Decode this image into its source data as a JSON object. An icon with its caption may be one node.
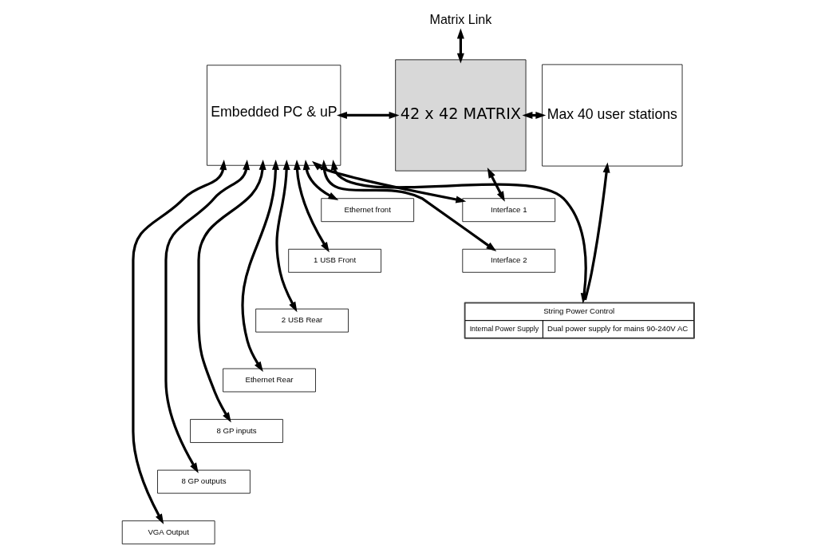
{
  "diagram": {
    "nodes": [
      {
        "text": [
          "Embedded PC & uP"
        ]
      },
      {
        "text": [
          "42 x 42 MATRIX"
        ]
      },
      {
        "text": [
          "Max 40 user stations"
        ]
      },
      {
        "text": [
          "Matrix Link"
        ]
      },
      {
        "text": [
          "Ethernet front"
        ]
      },
      {
        "text": [
          "1 USB Front"
        ]
      },
      {
        "text": [
          "2 USB Rear"
        ]
      },
      {
        "text": [
          "Ethernet Rear"
        ]
      },
      {
        "text": [
          "8 GP inputs"
        ]
      },
      {
        "text": [
          "8 GP outputs"
        ]
      },
      {
        "text": [
          "VGA Output"
        ]
      },
      {
        "text": [
          "Interface 1"
        ]
      },
      {
        "text": [
          "Interface 2"
        ]
      },
      {
        "text": [
          "String Power Control",
          "Internal Power Supply",
          "Dual power supply for mains 90-240V AC"
        ]
      }
    ],
    "edges": [
      {
        "from": 1,
        "to": 3,
        "arrow": "both"
      },
      {
        "from": 0,
        "to": 1,
        "arrow": "both"
      },
      {
        "from": 1,
        "to": 2,
        "arrow": "both"
      },
      {
        "from": 0,
        "to": 4,
        "arrow": "both"
      },
      {
        "from": 0,
        "to": 5,
        "arrow": "both"
      },
      {
        "from": 0,
        "to": 6,
        "arrow": "both"
      },
      {
        "from": 0,
        "to": 7,
        "arrow": "both"
      },
      {
        "from": 0,
        "to": 8,
        "arrow": "both"
      },
      {
        "from": 0,
        "to": 9,
        "arrow": "both"
      },
      {
        "from": 0,
        "to": 10,
        "arrow": "both"
      },
      {
        "from": 0,
        "to": 11,
        "arrow": "both"
      },
      {
        "from": 0,
        "to": 12,
        "arrow": "both"
      },
      {
        "from": 0,
        "to": 13,
        "arrow": "both"
      },
      {
        "from": 1,
        "to": 11,
        "arrow": "both"
      },
      {
        "from": 13,
        "to": 2,
        "arrow": "to"
      }
    ]
  }
}
